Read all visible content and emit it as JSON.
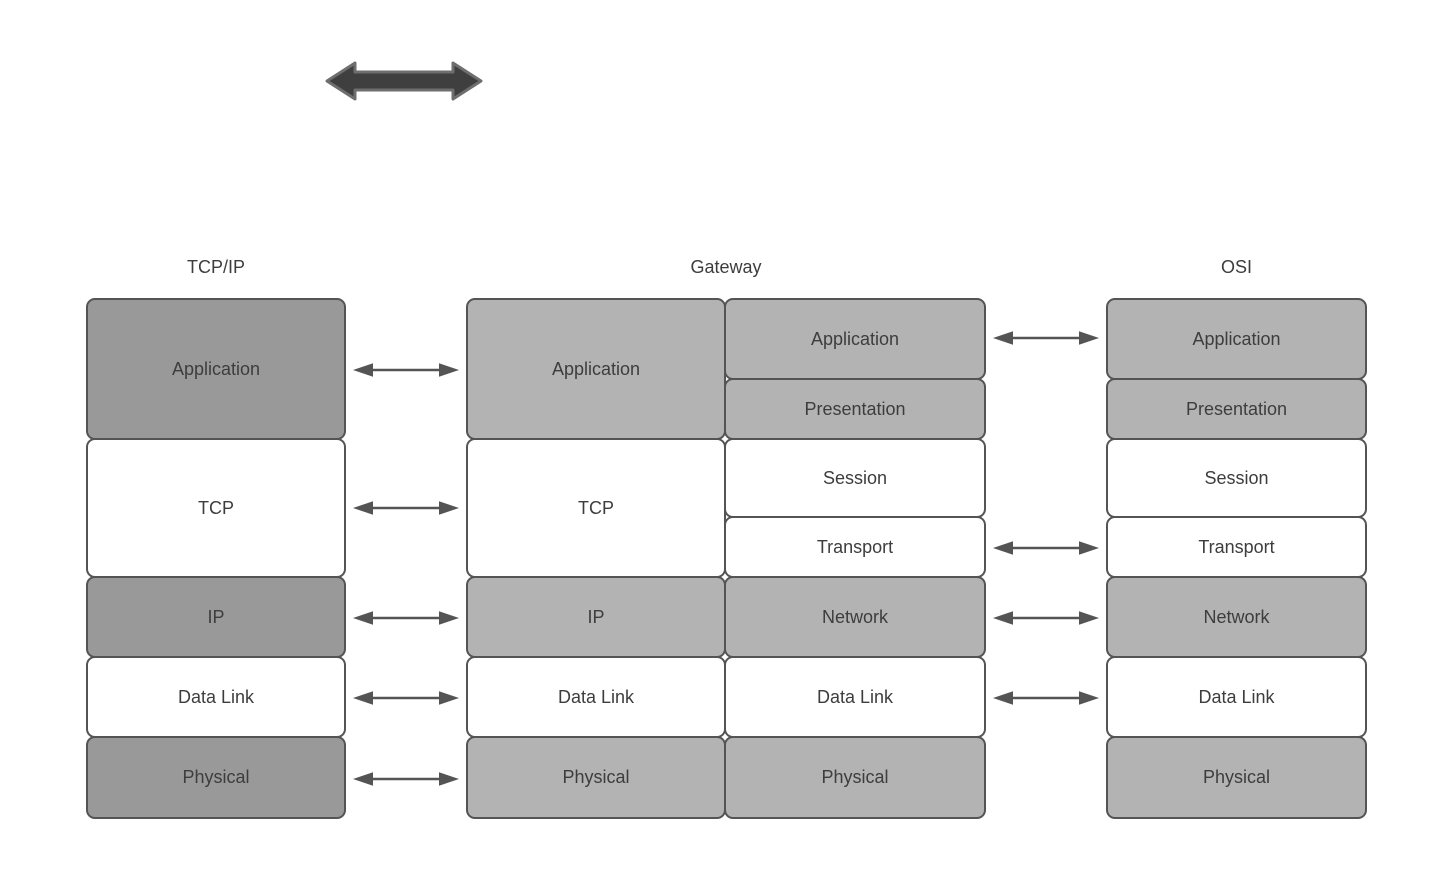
{
  "headers": {
    "tcpip": "TCP/IP",
    "gateway": "Gateway",
    "osi": "OSI"
  },
  "stacks": {
    "tcpip": {
      "layers": [
        {
          "label": "Application",
          "fill": "dark"
        },
        {
          "label": "TCP",
          "fill": "white"
        },
        {
          "label": "IP",
          "fill": "dark"
        },
        {
          "label": "Data Link",
          "fill": "white"
        },
        {
          "label": "Physical",
          "fill": "dark"
        }
      ]
    },
    "gateway_left": {
      "layers": [
        {
          "label": "Application",
          "fill": "light"
        },
        {
          "label": "TCP",
          "fill": "white"
        },
        {
          "label": "IP",
          "fill": "light"
        },
        {
          "label": "Data Link",
          "fill": "white"
        },
        {
          "label": "Physical",
          "fill": "light"
        }
      ]
    },
    "gateway_right": {
      "layers": [
        {
          "label": "Application",
          "fill": "light"
        },
        {
          "label": "Presentation",
          "fill": "light"
        },
        {
          "label": "Session",
          "fill": "white"
        },
        {
          "label": "Transport",
          "fill": "white"
        },
        {
          "label": "Network",
          "fill": "light"
        },
        {
          "label": "Data Link",
          "fill": "white"
        },
        {
          "label": "Physical",
          "fill": "light"
        }
      ]
    },
    "osi": {
      "layers": [
        {
          "label": "Application",
          "fill": "light"
        },
        {
          "label": "Presentation",
          "fill": "light"
        },
        {
          "label": "Session",
          "fill": "white"
        },
        {
          "label": "Transport",
          "fill": "white"
        },
        {
          "label": "Network",
          "fill": "light"
        },
        {
          "label": "Data Link",
          "fill": "white"
        },
        {
          "label": "Physical",
          "fill": "light"
        }
      ]
    }
  },
  "connections": {
    "tcpip_gateway": [
      "Application",
      "TCP",
      "IP",
      "Data Link",
      "Physical"
    ],
    "gateway_osi": [
      "Application",
      "Transport",
      "Network",
      "Data Link"
    ]
  },
  "colors": {
    "dark_gray": "#999999",
    "light_gray": "#b3b3b3",
    "white": "#ffffff",
    "border": "#545454",
    "text": "#3d3d3d",
    "arrow": "#545454",
    "thick_arrow_fill": "#3f3f3f",
    "thick_arrow_stroke": "#6e6e6e"
  }
}
